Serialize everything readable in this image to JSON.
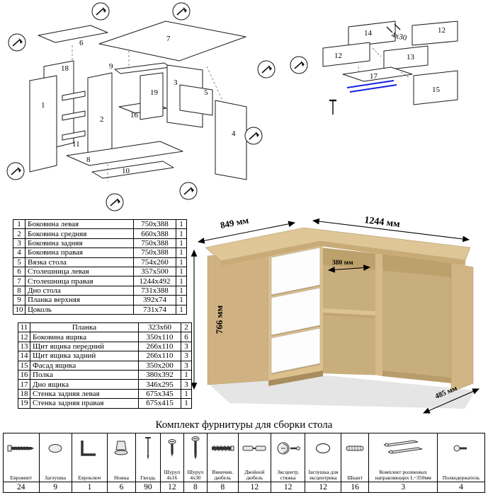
{
  "diagrams": {
    "left": {
      "description": "exploded-view-of-desk-carcass",
      "labels": [
        "6",
        "7",
        "9",
        "18",
        "1",
        "2",
        "16",
        "19",
        "3",
        "5",
        "4",
        "8",
        "10",
        "11"
      ]
    },
    "right": {
      "description": "exploded-view-of-drawer",
      "labels": [
        "14",
        "12",
        "12",
        "13",
        "17",
        "15"
      ],
      "screw_label": "4x30"
    }
  },
  "parts_table": {
    "sections": [
      {
        "rows": [
          {
            "num": "1",
            "name": "Боковина левая",
            "size": "750x388",
            "qty": "1"
          },
          {
            "num": "2",
            "name": "Боковина средняя",
            "size": "660x388",
            "qty": "1"
          },
          {
            "num": "3",
            "name": "Боковина задняя",
            "size": "750x388",
            "qty": "1"
          },
          {
            "num": "4",
            "name": "Боковина правая",
            "size": "750x388",
            "qty": "1"
          },
          {
            "num": "5",
            "name": "Вязка стола",
            "size": "754x260",
            "qty": "1"
          },
          {
            "num": "6",
            "name": "Столешница левая",
            "size": "357x500",
            "qty": "1"
          },
          {
            "num": "7",
            "name": "Столешница правая",
            "size": "1244x492",
            "qty": "1"
          },
          {
            "num": "8",
            "name": "Дно стола",
            "size": "731x388",
            "qty": "1"
          },
          {
            "num": "9",
            "name": "Планка верхняя",
            "size": "392x74",
            "qty": "1"
          },
          {
            "num": "10",
            "name": "Цоколь",
            "size": "731x74",
            "qty": "1"
          }
        ]
      },
      {
        "rows": [
          {
            "num": "11",
            "name": "Планка",
            "size": "323x60",
            "qty": "2",
            "align": "center"
          },
          {
            "num": "12",
            "name": "Боковина ящика",
            "size": "350x110",
            "qty": "6"
          },
          {
            "num": "13",
            "name": "Щит ящика передний",
            "size": "266x110",
            "qty": "3"
          },
          {
            "num": "14",
            "name": "Щит ящика задний",
            "size": "266x110",
            "qty": "3"
          },
          {
            "num": "15",
            "name": "Фасад ящика",
            "size": "350x200",
            "qty": "3"
          },
          {
            "num": "16",
            "name": "Полка",
            "size": "380x392",
            "qty": "1"
          },
          {
            "num": "17",
            "name": "Дно ящика",
            "size": "346x295",
            "qty": "3"
          },
          {
            "num": "18",
            "name": "Стенка задняя левая",
            "size": "675x345",
            "qty": "1"
          },
          {
            "num": "19",
            "name": "Стенка задняя правая",
            "size": "675x415",
            "qty": "1"
          }
        ]
      }
    ]
  },
  "desk": {
    "dims": {
      "width_left": "849 мм",
      "width_right": "1244 мм",
      "height": "766 мм",
      "inner_depth": "380 мм",
      "depth_right": "485 мм"
    },
    "colors": {
      "wood_top": "#dfc697",
      "wood_side": "#d0b282",
      "drawer_front": "#fdfdfd"
    }
  },
  "hardware": {
    "title": "Комплект фурнитуры для сборки стола",
    "items": [
      {
        "name": "Евровинт",
        "qty": "24",
        "icon": "confirmat-screw-icon"
      },
      {
        "name": "Заглушка",
        "qty": "9",
        "icon": "cap-plug-icon"
      },
      {
        "name": "Евроключ",
        "qty": "1",
        "icon": "hex-key-icon"
      },
      {
        "name": "Ножка",
        "qty": "6",
        "icon": "leg-foot-icon"
      },
      {
        "name": "Гвоздь",
        "qty": "90",
        "icon": "nail-icon"
      },
      {
        "name": "Шуруп 4x16",
        "qty": "12",
        "icon": "screw-4x16-icon"
      },
      {
        "name": "Шуруп 4x30",
        "qty": "8",
        "icon": "screw-4x30-icon"
      },
      {
        "name": "Ввинчив. дюбель",
        "qty": "8",
        "icon": "screw-dowel-icon"
      },
      {
        "name": "Двойной дюбель",
        "qty": "12",
        "icon": "double-dowel-icon"
      },
      {
        "name": "Эксцентр. стяжка",
        "qty": "12",
        "icon": "cam-lock-icon"
      },
      {
        "name": "Заглушка для эксцентрика",
        "qty": "12",
        "icon": "cam-cap-icon"
      },
      {
        "name": "Шкант",
        "qty": "16",
        "icon": "wood-dowel-icon"
      },
      {
        "name": "Комплект роликовых направляющих L~350мм",
        "qty": "3",
        "icon": "drawer-slides-icon"
      },
      {
        "name": "Полкодержатель",
        "qty": "4",
        "icon": "shelf-support-icon"
      }
    ]
  }
}
